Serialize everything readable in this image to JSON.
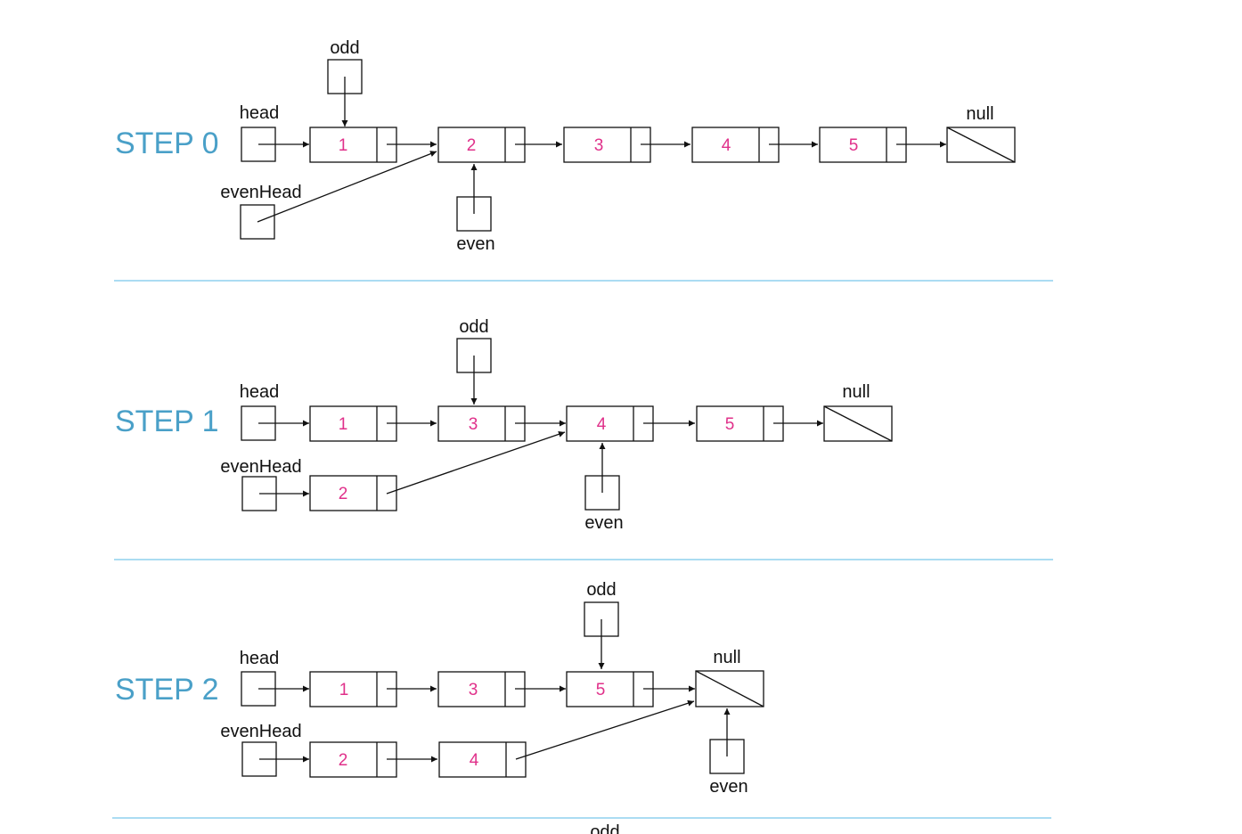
{
  "steps": [
    {
      "label": "STEP 0",
      "head_label": "head",
      "evenhead_label": "evenHead",
      "odd_label": "odd",
      "even_label": "even",
      "null_label": "null",
      "odd_list": [
        "1",
        "2",
        "3",
        "4",
        "5"
      ],
      "even_list": []
    },
    {
      "label": "STEP 1",
      "head_label": "head",
      "evenhead_label": "evenHead",
      "odd_label": "odd",
      "even_label": "even",
      "null_label": "null",
      "odd_list": [
        "1",
        "3",
        "4",
        "5"
      ],
      "even_list": [
        "2"
      ]
    },
    {
      "label": "STEP 2",
      "head_label": "head",
      "evenhead_label": "evenHead",
      "odd_label": "odd",
      "even_label": "even",
      "null_label": "null",
      "odd_list": [
        "1",
        "3",
        "5"
      ],
      "even_list": [
        "2",
        "4"
      ]
    }
  ],
  "partial_label": "odd",
  "colors": {
    "step_label": "#4aa0c8",
    "node_value": "#e0308a",
    "separator": "#8fd0ee",
    "line": "#111111"
  }
}
